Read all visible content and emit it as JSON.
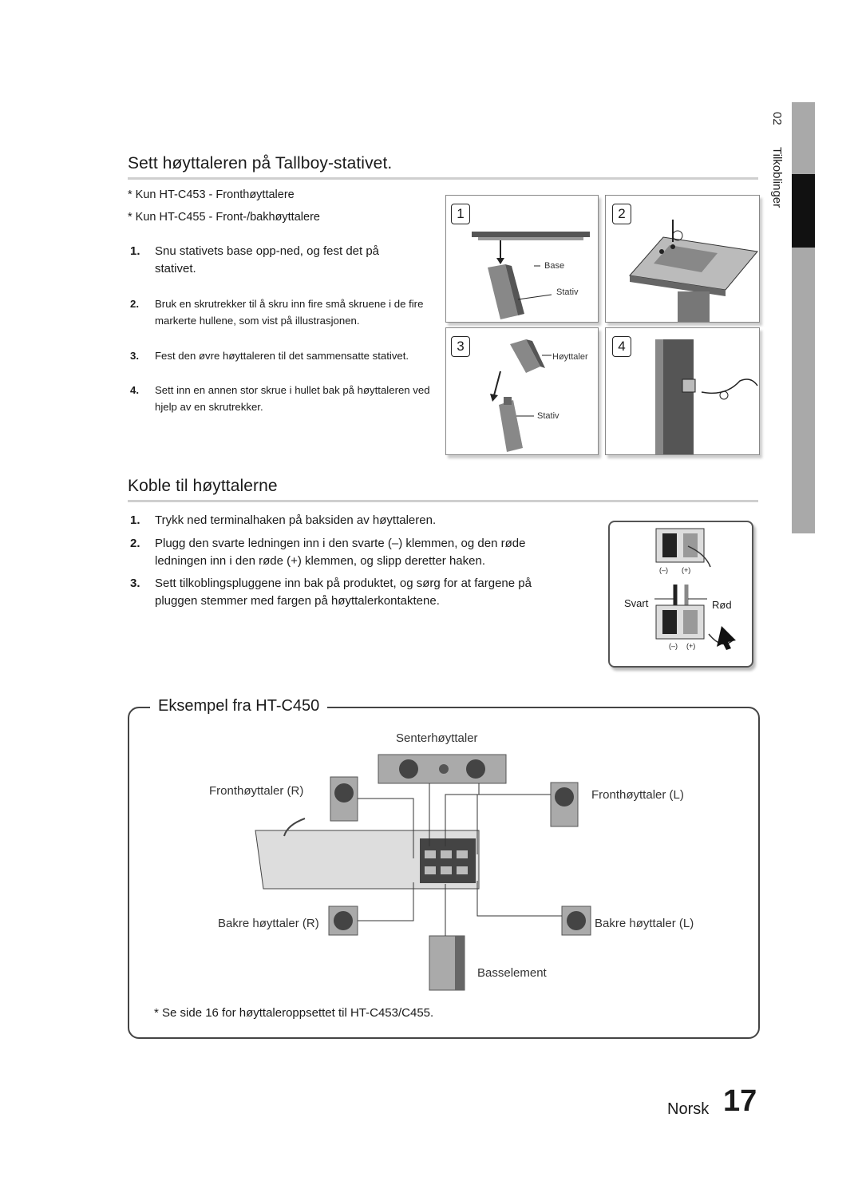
{
  "side_tab": {
    "number": "02",
    "label": "Tilkoblinger"
  },
  "section1": {
    "title": "Sett høyttaleren på Tallboy-stativet.",
    "notes": [
      "* Kun HT-C453 - Fronthøyttalere",
      "* Kun HT-C455 - Front-/bakhøyttalere"
    ],
    "steps": [
      {
        "n": "1.",
        "text": "Snu stativets base opp-ned, og fest det på stativet."
      },
      {
        "n": "2.",
        "text": "Bruk en skrutrekker til å skru inn fire små skruene i de fire markerte hullene, som vist på illustrasjonen."
      },
      {
        "n": "3.",
        "text": "Fest den øvre høyttaleren til det sammensatte stativet."
      },
      {
        "n": "4.",
        "text": "Sett inn en annen stor skrue i hullet bak på høyttaleren ved hjelp av en skrutrekker."
      }
    ],
    "figures": {
      "panel1": {
        "number": "1",
        "labels": [
          "Base",
          "Stativ"
        ]
      },
      "panel2": {
        "number": "2"
      },
      "panel3": {
        "number": "3",
        "labels": [
          "Høyttaler",
          "Stativ"
        ]
      },
      "panel4": {
        "number": "4"
      }
    }
  },
  "section2": {
    "title": "Koble til høyttalerne",
    "steps": [
      {
        "n": "1.",
        "text": "Trykk ned terminalhaken på baksiden av høyttaleren."
      },
      {
        "n": "2.",
        "text": "Plugg den svarte ledningen inn i den svarte (–) klemmen, og den røde ledningen inn i den røde (+) klemmen, og slipp deretter haken."
      },
      {
        "n": "3.",
        "text": "Sett tilkoblingspluggene inn bak på produktet, og sørg for at fargene på pluggen stemmer med fargen på høyttalerkontaktene."
      }
    ],
    "terminal_figure": {
      "minus": "(–)",
      "plus": "(+)",
      "black_label": "Svart",
      "red_label": "Rød"
    }
  },
  "example": {
    "title": "Eksempel fra HT-C450",
    "labels": {
      "center": "Senterhøyttaler",
      "front_r": "Fronthøyttaler (R)",
      "front_l": "Fronthøyttaler (L)",
      "rear_r": "Bakre høyttaler (R)",
      "rear_l": "Bakre høyttaler (L)",
      "sub": "Basselement"
    },
    "footnote": "* Se side 16 for høyttaleroppsettet til HT-C453/C455."
  },
  "footer": {
    "language": "Norsk",
    "page": "17"
  }
}
